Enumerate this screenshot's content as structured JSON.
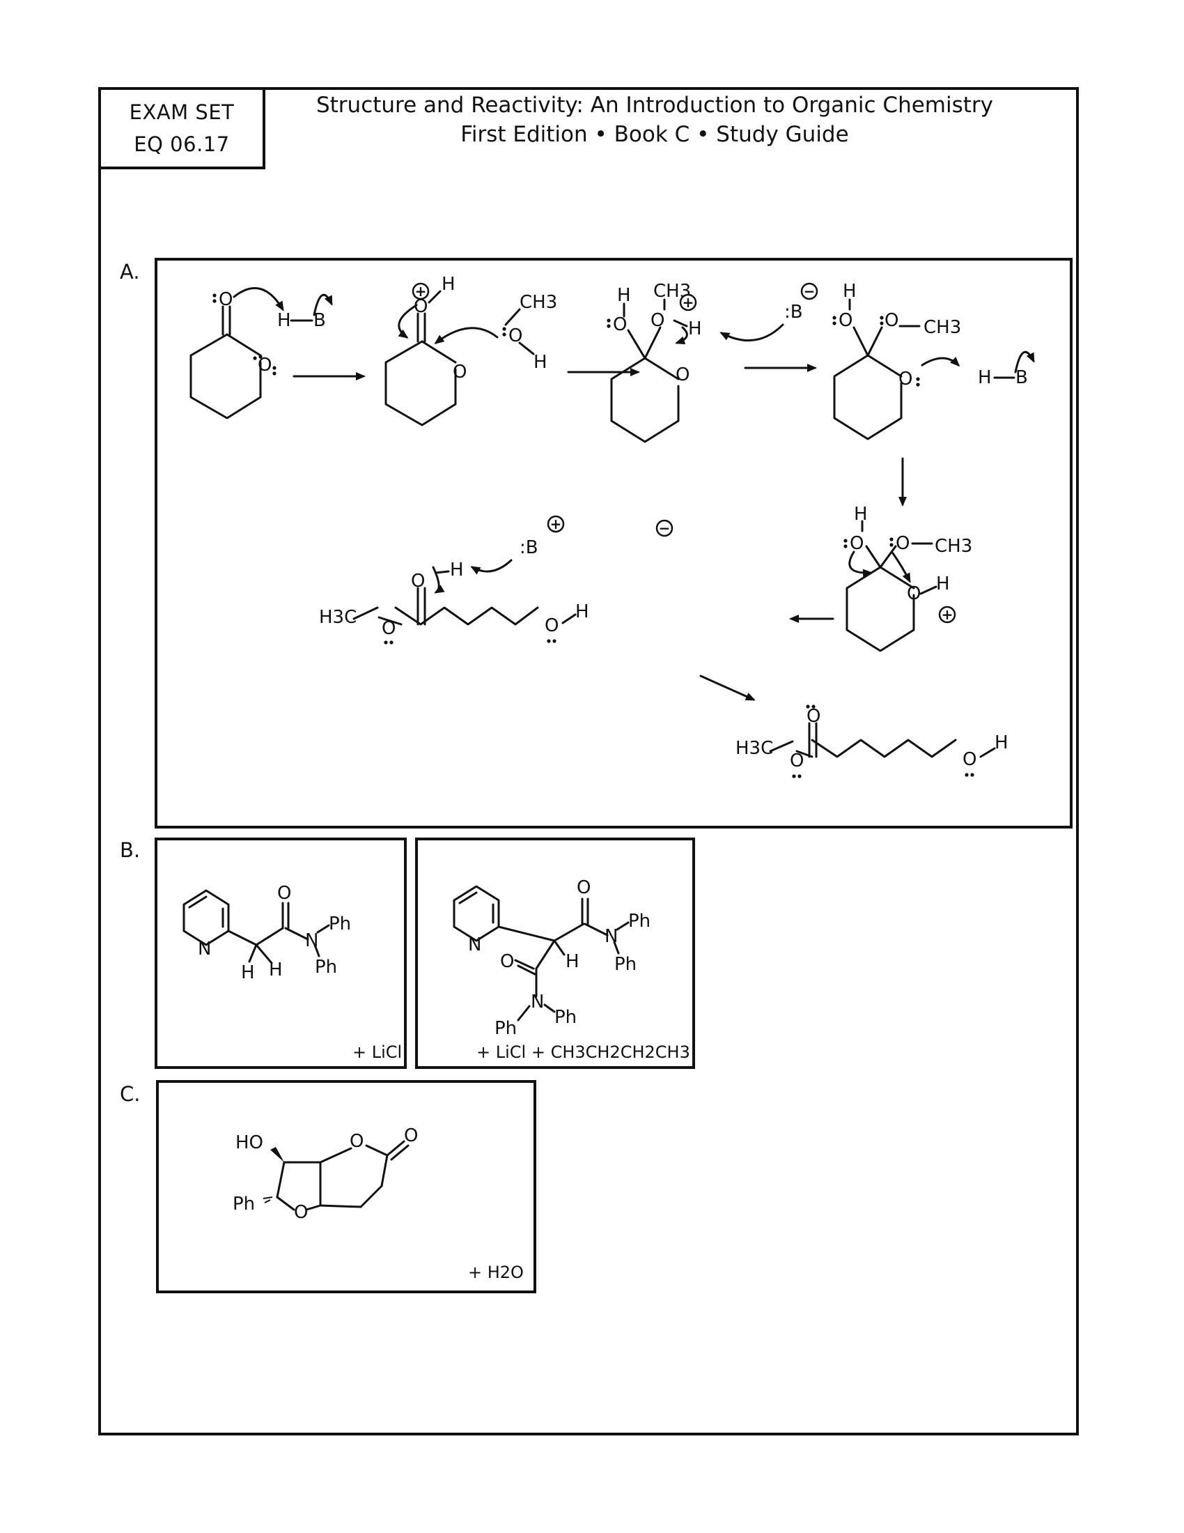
{
  "exam": {
    "line1": "EXAM SET",
    "line2": "EQ 06.17"
  },
  "header": {
    "title": "Structure and Reactivity: An Introduction to Organic Chemistry",
    "subtitle": "First Edition • Book C • Study Guide"
  },
  "sections": {
    "a": "A.",
    "b": "B.",
    "c": "C."
  },
  "panel_a": {
    "atoms": {
      "o": "O",
      "h": "H",
      "b": "B",
      "b_anion": ":B",
      "ch3": "CH3",
      "h3c": "H3C",
      "plus": "+",
      "minus": "−"
    }
  },
  "panel_b": {
    "left_atoms": {
      "n_ring": "N",
      "o": "O",
      "n": "N",
      "ph1": "Ph",
      "ph2": "Ph",
      "h1": "H",
      "h2": "H"
    },
    "left_note": "+ LiCl",
    "right_atoms": {
      "n_ring": "N",
      "o_top": "O",
      "n_top": "N",
      "ph1": "Ph",
      "ph2": "Ph",
      "h": "H",
      "o_low": "O",
      "n_low": "N",
      "ph3": "Ph",
      "ph4": "Ph"
    },
    "right_note": "+ LiCl  + CH3CH2CH2CH3"
  },
  "panel_c": {
    "atoms": {
      "ho": "HO",
      "o_ring": "O",
      "o_carbonyl": "O",
      "o_furan": "O",
      "ph": "Ph"
    },
    "note": "+ H2O"
  }
}
